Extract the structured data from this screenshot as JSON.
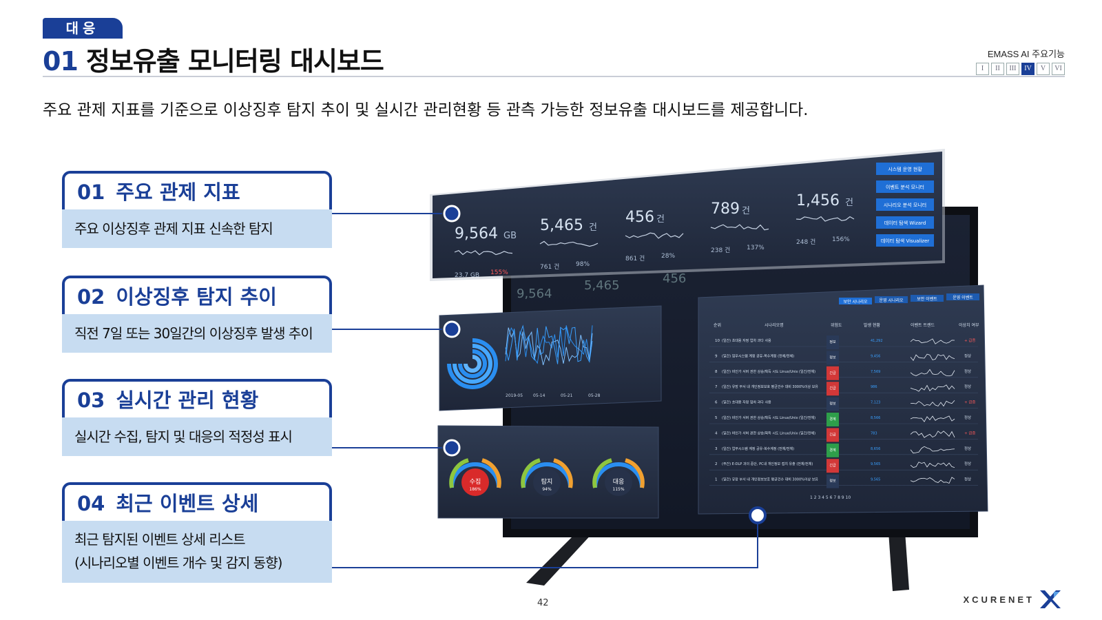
{
  "header": {
    "tag": "대응",
    "title_num": "01",
    "title": "정보유출 모니터링 대시보드",
    "brand_label": "EMASS AI 주요기능",
    "pager": [
      "I",
      "II",
      "III",
      "IV",
      "V",
      "VI"
    ],
    "pager_active": 3
  },
  "subtitle": "주요 관제 지표를 기준으로 이상징후 탐지 추이  및 실시간 관리현황 등  관측 가능한 정보유출 대시보드를 제공합니다.",
  "cards": [
    {
      "num": "01",
      "title": "주요 관제 지표",
      "desc": "주요 이상징후 관제 지표 신속한 탐지"
    },
    {
      "num": "02",
      "title": "이상징후 탐지 추이",
      "desc": "직전 7일 또는 30일간의 이상징후 발생 추이"
    },
    {
      "num": "03",
      "title": "실시간 관리 현황",
      "desc": "실시간 수집, 탐지 및 대응의 적정성 표시"
    },
    {
      "num": "04",
      "title": "최근 이벤트 상세",
      "desc": "최근 탐지된 이벤트 상세 리스트",
      "desc2": "(시나리오별 이벤트 개수 및 감지 동향)"
    }
  ],
  "dashboard": {
    "kpis": [
      {
        "value": "9,564",
        "unit": "GB",
        "sub1": "23.7 GB",
        "sub2": "155%"
      },
      {
        "value": "5,465",
        "unit": "건",
        "sub1": "761 건",
        "sub2": "98%"
      },
      {
        "value": "456",
        "unit": "건",
        "sub1": "861 건",
        "sub2": "28%"
      },
      {
        "value": "789",
        "unit": "건",
        "sub1": "238 건",
        "sub2": "137%"
      },
      {
        "value": "1,456",
        "unit": "건",
        "sub1": "248 건",
        "sub2": "156%"
      }
    ],
    "menu_buttons": [
      "시스템 운영 현황",
      "이벤트 분석 모니터",
      "시나리오 분석 모니터",
      "데이터 탐색 Wizard",
      "데이터 탐색 Visualizer"
    ],
    "trend_dates": [
      "2019-05",
      "05-14",
      "05-21",
      "05-28"
    ],
    "gauges": [
      {
        "label": "수집",
        "value": "186%"
      },
      {
        "label": "탐지",
        "value": "94%"
      },
      {
        "label": "대응",
        "value": "115%"
      }
    ],
    "table_tabs": [
      "보안 시나리오",
      "운영 시나리오",
      "보안 이벤트",
      "운영 이벤트"
    ],
    "table_headers": [
      "순위",
      "시나리오명",
      "위험도",
      "발생 현황",
      "이벤트 트렌드",
      "이상치 여부"
    ],
    "table_rows": [
      {
        "rank": "10",
        "name": "(일간) 초대용 자정 업차 과다 사용",
        "level": "정보",
        "color": "#2a3a58",
        "count": "41,292",
        "flag": "+ 급증"
      },
      {
        "rank": "9",
        "name": "(일간) 업무시스템 계정 공유-복수계정 (전체/전체)",
        "level": "정보",
        "color": "#2a3a58",
        "count": "9,456",
        "flag": "정상"
      },
      {
        "rank": "8",
        "name": "(일간) 비인가 서버 권한 상승/획득 시도 Linux/Unix (일간/전체)",
        "level": "긴급",
        "color": "#d23838",
        "count": "7,569",
        "flag": "정상"
      },
      {
        "rank": "7",
        "name": "(일간) 유망 부서 내 개인정보보호 평균건수 대비 3000%이상 보유",
        "level": "긴급",
        "color": "#d23838",
        "count": "986",
        "flag": "정상"
      },
      {
        "rank": "6",
        "name": "(일간) 초대용 자정 업차 과다 사용",
        "level": "정보",
        "color": "#2a3a58",
        "count": "7,123",
        "flag": "+ 급증"
      },
      {
        "rank": "5",
        "name": "(일간) 비인가 서버 권한 상승/획득 시도 Linux/Unix (일간/전체)",
        "level": "경계",
        "color": "#2e9e4a",
        "count": "8,566",
        "flag": "정상"
      },
      {
        "rank": "4",
        "name": "(일간) 비인가 서버 권한 상승/획득 시도 Linux/Unix (일간/전체)",
        "level": "긴급",
        "color": "#d23838",
        "count": "783",
        "flag": "+ 급증"
      },
      {
        "rank": "3",
        "name": "(일간) 업무시스템 계정 공유-복수계정 (전체/전체)",
        "level": "경계",
        "color": "#2e9e4a",
        "count": "8,656",
        "flag": "정상"
      },
      {
        "rank": "2",
        "name": "(주간) E-DLP 과의 중단, PC내 개인정보 접치 유출 (전체/전체)",
        "level": "긴급",
        "color": "#d23838",
        "count": "9,565",
        "flag": "정상"
      },
      {
        "rank": "1",
        "name": "(일간) 유망 부서 내 개인정보보호 평균건수 대비 3000%이상 보유",
        "level": "정보",
        "color": "#2a3a58",
        "count": "9,565",
        "flag": "정상"
      }
    ],
    "table_pages": "1 2 3 4 5 6 7 8 9 10"
  },
  "footer": {
    "page": "42",
    "logo_text": "XCURENET"
  }
}
